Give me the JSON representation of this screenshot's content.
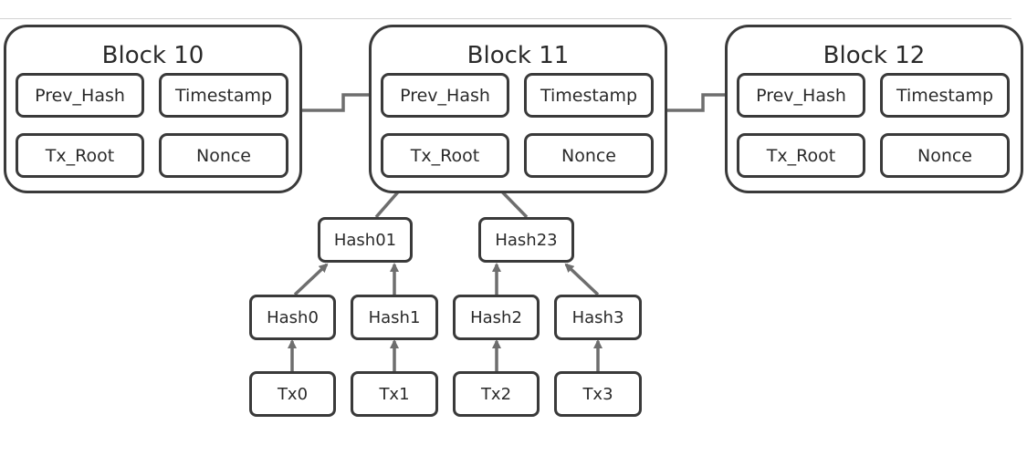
{
  "blocks": [
    {
      "title": "Block 10",
      "fields": [
        "Prev_Hash",
        "Timestamp",
        "Tx_Root",
        "Nonce"
      ]
    },
    {
      "title": "Block 11",
      "fields": [
        "Prev_Hash",
        "Timestamp",
        "Tx_Root",
        "Nonce"
      ]
    },
    {
      "title": "Block 12",
      "fields": [
        "Prev_Hash",
        "Timestamp",
        "Tx_Root",
        "Nonce"
      ]
    }
  ],
  "merkle": {
    "level1": [
      "Hash01",
      "Hash23"
    ],
    "hashes": [
      "Hash0",
      "Hash1",
      "Hash2",
      "Hash3"
    ],
    "transactions": [
      "Tx0",
      "Tx1",
      "Tx2",
      "Tx3"
    ]
  },
  "colors": {
    "stroke": "#3a3a3a",
    "arrow": "#6e6e6e"
  }
}
